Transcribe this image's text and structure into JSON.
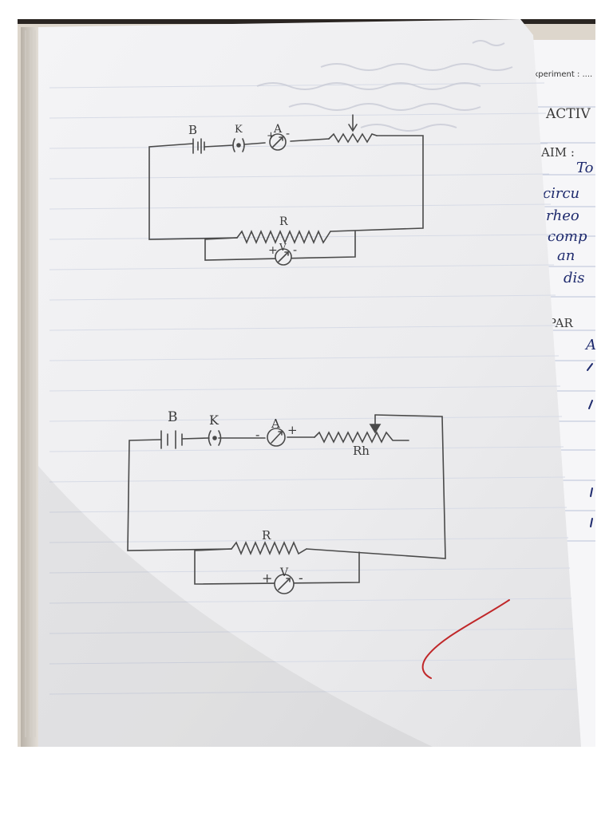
{
  "right_page": {
    "header_label": "Experiment : ....",
    "lines": [
      "ACTIV",
      "AIM :",
      "To",
      "circu",
      "rheo",
      "comp",
      "an",
      "dis",
      "APPAR",
      "A"
    ]
  },
  "circuit_1": {
    "battery_label": "B",
    "key_label": "K",
    "ammeter_label": "A",
    "ammeter_plus": "+",
    "ammeter_minus": "-",
    "resistor_label": "R",
    "voltmeter_label": "V",
    "voltmeter_plus": "+",
    "voltmeter_minus": "-"
  },
  "circuit_2": {
    "battery_label": "B",
    "key_label": "K",
    "ammeter_label": "A",
    "ammeter_minus": "-",
    "ammeter_plus": "+",
    "rheostat_label": "Rh",
    "resistor_label": "R",
    "voltmeter_label": "V",
    "voltmeter_plus": "+",
    "voltmeter_minus": "-"
  },
  "colors": {
    "page": "#f1f1f3",
    "pencil": "#4a4a4a",
    "ink": "#1f2b6e",
    "tick": "#c0282a"
  }
}
